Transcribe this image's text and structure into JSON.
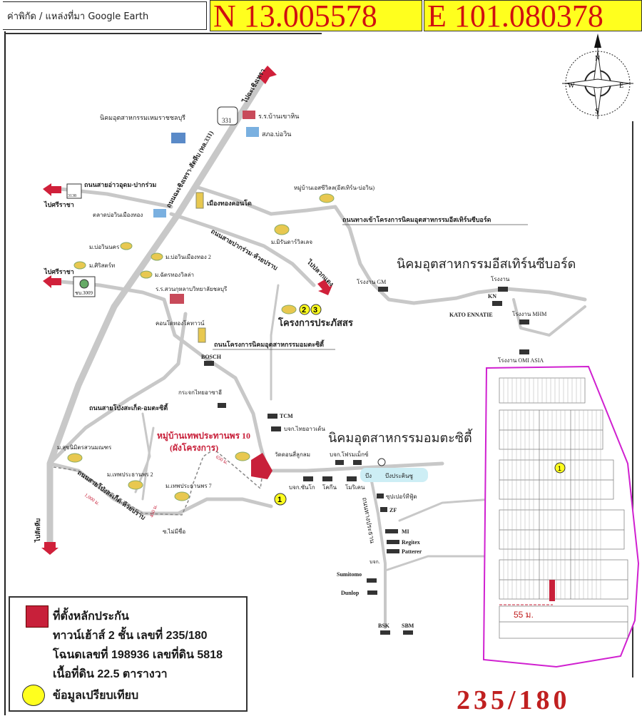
{
  "header": {
    "source_label": "ค่าพิกัด / แหล่งที่มา Google Earth",
    "latitude": "N 13.005578",
    "longitude": "E 101.080378"
  },
  "compass": {
    "n": "N",
    "s": "S",
    "e": "E",
    "w": "W"
  },
  "map_labels": {
    "to_chachoengsao": "ไปฉะเชิงเทรา",
    "route_331": "331",
    "highway_name": "ถนนฉะเชิงเทรา-สัตหีบ (ทล.331)",
    "industrial_estate_top": "นิคมอุตสาหกรรมเหมราชชลบุรี",
    "school_top": "ร.ร.บ้านเขาหิน",
    "police_bowin": "สภอ.บ่อวิน",
    "route_3138": "3138",
    "to_sriracha_1": "ไปศรีราชา",
    "road_aoudom": "ถนนสายอ่าวอุดม-ปากร่วม",
    "muang_thong_condo": "เมืองทองคอนโด",
    "market_bowin": "ตลาดบ่อวินเมืองทอง",
    "village_s_villa": "หมู่บ้านเอสซีวิลล(อีสเทิร์น-บ่อวิน)",
    "road_eastern_seaboard": "ถนนทางเข้าโครงการนิคมอุตสาหกรรมอีสเทิร์นซีบอร์ด",
    "village_mirinda": "ม.มิรันดาร์วิลเลจ",
    "road_pakruam": "ถนนสายปากร่วม-ห้วยปราบ",
    "to_pluak_daeng": "ไปปลวกแดง",
    "village_bowin_nakorn": "ม.บ่อวินนคร",
    "village_bowin_muangthong2": "ม.บ่อวินเมืองทอง 2",
    "village_sirisothon": "ม.ศิริสตร์ท",
    "village_chatrawarinda": "ม.ฉัตรทองวิลล่า",
    "to_sriracha_2": "ไปศรีราชา",
    "route_3009": "ชบ.3009",
    "school_chonburi": "ร.ร.สวนกุหลาบวิทยาลัยชลบุรี",
    "eastern_seaboard_estate": "นิคมอุตสาหกรรมอีสเทิร์นซีบอร์ด",
    "factory_gm": "โรงงาน GM",
    "factory_kn_label": "โรงงาน",
    "factory_kn": "KN",
    "kato": "KATO ENNATIE",
    "factory_mhm": "โรงงาน MHM",
    "factory_omi": "โรงงาน OMI ASIA",
    "project_prapatsorn": "โครงการประภัสสร",
    "condo_town": "คอนโดทองโคทาวน์",
    "bosch": "BOSCH",
    "road_amata": "ถนนโครงการนิคมอุตสาหกรรมอมตะซิตี้",
    "road_pongsathit": "ถนนสายโป่งสะเก็ด-อมตะซิตี้",
    "glass_factory": "กระจกไทยอาซาฮี",
    "tcm": "TCM",
    "thai_summit": "บจก.ไทยอาวเด้น",
    "target_village": "หมู่บ้านเทพประทานพร 10",
    "target_village_plan": "(ผังโครงการ)",
    "amata_estate": "นิคมอุตสาหกรรมอมตะซิตี้",
    "village_sukmitr": "ม.สุขนิมิตรสวนมณฑร",
    "village_theppratan2": "ม.เทพประธานพร 2",
    "village_theppratan7": "ม.เทพประธานพร 7",
    "road_pongsathit2": "ถนนสายโป่งสะเก็ด-ห้วยปราบ",
    "dist_1": "1,000 ม.",
    "dist_2": "650 ม.",
    "dist_3": "450 ม.",
    "soi_noname": "ซ.ไม่มีชื่อ",
    "to_sattahip": "ไปสัตหีบ",
    "wat_stdolm": "วัดดอนสี่ลูกลม",
    "bkk_fusion": "บจก.โฟรมเม็กซ์",
    "pond": "บึง",
    "pond_prakhon": "บึงประคินซู",
    "fac_1": "บจก.ซันโก",
    "fac_2": "โคกีน",
    "fac_3": "โมริเคน",
    "fac_super": "ซุปเปอร์ทีฟู้ด",
    "zf": "ZF",
    "road_amata_main": "ถนนทางประธาน",
    "mi": "MI",
    "regitex": "Regitex",
    "patterer": "Patterer",
    "bkk_tmp": "บจก.",
    "sumitomo": "Sumitomo",
    "dunlop": "Dunlop",
    "bsk": "BSK",
    "sbm": "SBM",
    "marker_1": "1",
    "marker_2": "2",
    "marker_3": "3",
    "plan_frontage": "55 ม.",
    "plan_marker": "1"
  },
  "legend": {
    "collateral_title": "ที่ตั้งหลักประกัน",
    "collateral_line2": "ทาวน์เฮ้าส์ 2 ชั้น เลขที่ 235/180",
    "collateral_line3": "โฉนดเลขที่ 198936 เลขที่ดิน 5818",
    "collateral_line4": "เนื้อที่ดิน 22.5 ตารางวา",
    "comparable_label": "ข้อมูลเปรียบเทียบ"
  },
  "house_number": "235/180",
  "colors": {
    "highlight": "#ffff1e",
    "coord_text": "#d01010",
    "collateral": "#c8203a",
    "boundary": "#d020d0",
    "road": "#c8c8c8"
  }
}
